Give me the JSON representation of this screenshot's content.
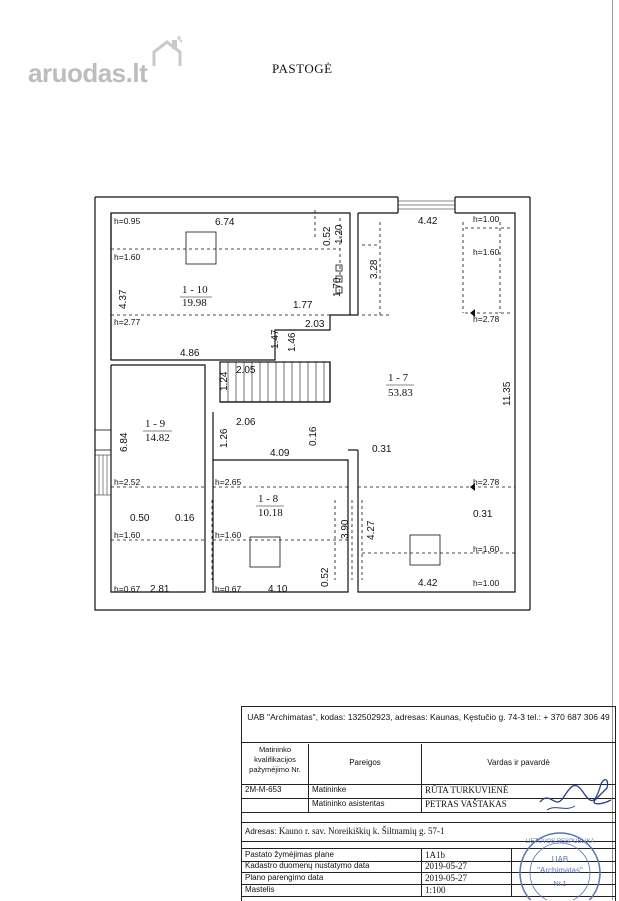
{
  "watermark": {
    "text": "aruodas.lt"
  },
  "page_title": "PASTOGĖ",
  "rooms": [
    {
      "id": "1 - 10",
      "area": "19.98"
    },
    {
      "id": "1 - 7",
      "area": "53.83"
    },
    {
      "id": "1 - 9",
      "area": "14.82"
    },
    {
      "id": "1 - 8",
      "area": "10.18"
    }
  ],
  "dimensions": {
    "d674": "6.74",
    "d052a": "0.52",
    "d120": "1.20",
    "d442a": "4.42",
    "d437": "4.37",
    "d170": "1.70",
    "d328": "3.28",
    "d177": "1.77",
    "d147": "1.47",
    "d146": "1.46",
    "d203": "2.03",
    "d486": "4.86",
    "d124": "1.24",
    "d205": "2.05",
    "d206": "2.06",
    "d126": "1.26",
    "d1135": "11.35",
    "d684": "6.84",
    "d016a": "0.16",
    "d409": "4.09",
    "d031a": "0.31",
    "d050": "0.50",
    "d016b": "0.16",
    "d390": "3.90",
    "d427": "4.27",
    "d031b": "0.31",
    "d281": "2.81",
    "d410": "4.10",
    "d052b": "0.52",
    "d442b": "4.42"
  },
  "heights": {
    "h095": "h=0.95",
    "h160a": "h=1.60",
    "h277": "h=2.77",
    "h100a": "h=1.00",
    "h160b": "h=1.60",
    "h278a": "h=2.78",
    "h252": "h=2.52",
    "h265": "h=2.65",
    "h278b": "h=2.78",
    "h160c": "h=1.60",
    "h160d": "h=1.60",
    "h160e": "h=1.60",
    "h067a": "h=0.67",
    "h067b": "h=0.67",
    "h100b": "h=1.00"
  },
  "title_block": {
    "company": "UAB \"Archimatas\", kodas: 132502923, adresas: Kaunas, Kęstučio g. 74-3 tel.: + 370 687 306 49",
    "col_qualification": "Matininko kvalifikacijos pažymėjimo Nr.",
    "col_position": "Pareigos",
    "col_name": "Vardas ir pavardė",
    "qualification_no": "2M-M-653",
    "position_1": "Matininke",
    "name_1": "RŪTA TURKUVIENĖ",
    "position_2": "Matininko asistentas",
    "name_2": "PETRAS VAŠTAKAS",
    "address_label": "Adresas:",
    "address_value": "Kauno r. sav. Noreikiškių k. Šiltnamių g. 57-1",
    "rows": [
      {
        "label": "Pastato žymėjimas plane",
        "value": "1A1b"
      },
      {
        "label": "Kadastro duomenų nustatymo data",
        "value": "2019-05-27"
      },
      {
        "label": "Plano parengimo data",
        "value": "2019-05-27"
      },
      {
        "label": "Mastelis",
        "value": "1:100"
      }
    ],
    "stamp_text": [
      "LIETUVOS RESPUBLIKA",
      "UAB",
      "\"Archimatas\"",
      "Nr.1"
    ]
  }
}
